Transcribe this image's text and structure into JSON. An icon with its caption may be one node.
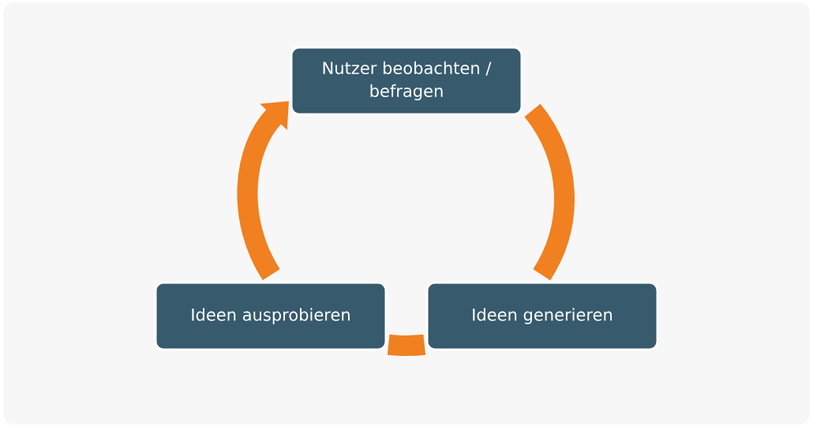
{
  "diagram": {
    "nodes": [
      {
        "text": [
          "Nutzer beobachten / befragen"
        ]
      },
      {
        "text": [
          "Ideen generieren"
        ]
      },
      {
        "text": [
          "Ideen ausprobieren"
        ]
      }
    ],
    "edges": [
      {
        "from": 0,
        "to": 1,
        "arrow": "none"
      },
      {
        "from": 1,
        "to": 2,
        "arrow": "none"
      },
      {
        "from": 2,
        "to": 0,
        "arrow": "to"
      }
    ]
  }
}
